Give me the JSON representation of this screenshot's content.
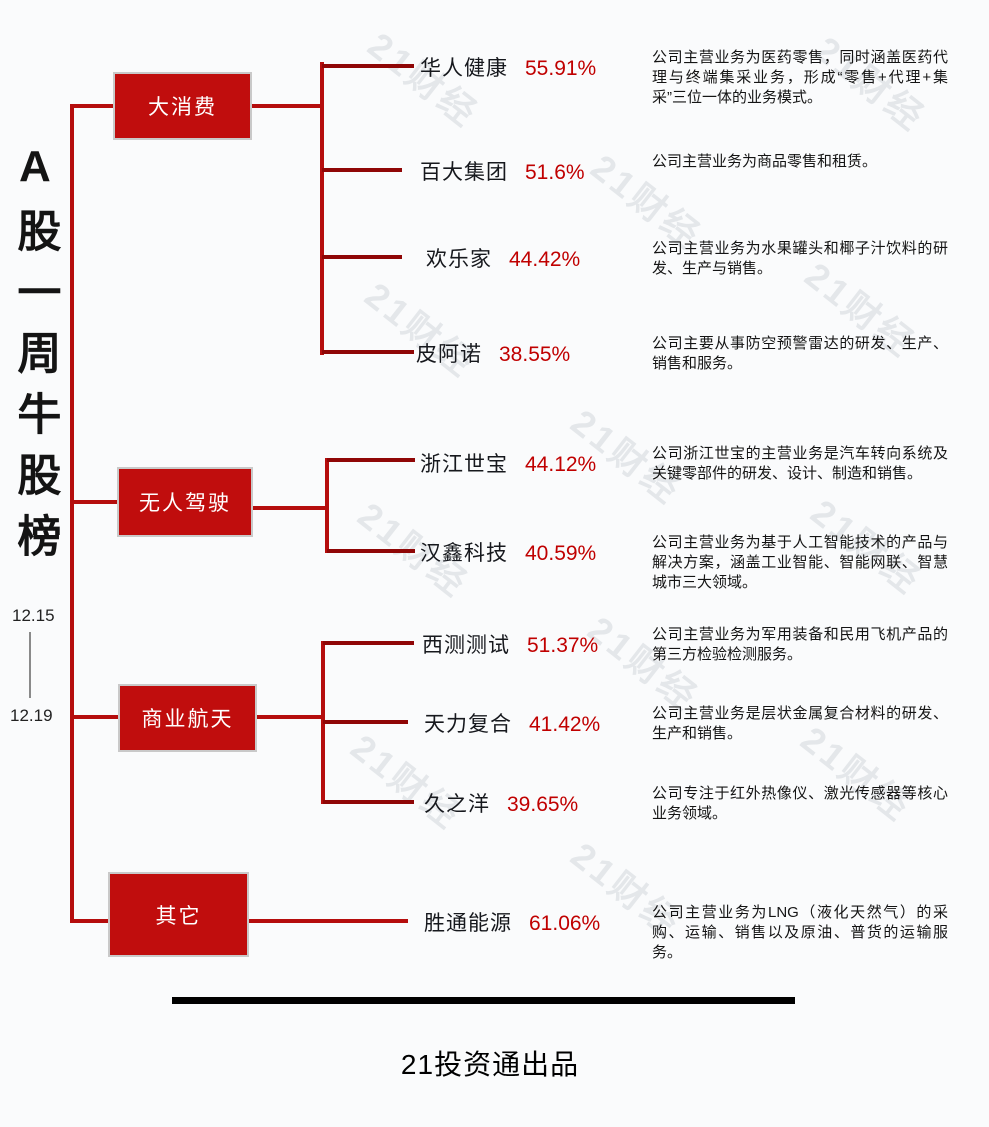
{
  "page": {
    "title": "A股一周牛股榜",
    "date_start": "12.15",
    "date_end": "12.19",
    "watermark_text": "21财经",
    "footer_credit": "21投资通出品"
  },
  "colors": {
    "background": "#FAFBFC",
    "category_box_red": "#C00D0D",
    "tree_line_red": "#B50D0D",
    "branch_stub_red": "#8F0606",
    "percent_red": "#C00000",
    "stock_name_dark": "#16181D"
  },
  "categories": [
    {
      "label": "大消费",
      "stocks": [
        {
          "name": "华人健康",
          "pct": "55.91%",
          "desc": "公司主营业务为医药零售，同时涵盖医药代理与终端集采业务，形成“零售+代理+集采”三位一体的业务模式。"
        },
        {
          "name": "百大集团",
          "pct": "51.6%",
          "desc": "公司主营业务为商品零售和租赁。"
        },
        {
          "name": "欢乐家",
          "pct": "44.42%",
          "desc": "公司主营业务为水果罐头和椰子汁饮料的研发、生产与销售。"
        },
        {
          "name": "皮阿诺",
          "pct": "38.55%",
          "desc": "公司主要从事防空预警雷达的研发、生产、销售和服务。"
        }
      ]
    },
    {
      "label": "无人驾驶",
      "stocks": [
        {
          "name": "浙江世宝",
          "pct": "44.12%",
          "desc": "公司浙江世宝的主营业务是汽车转向系统及关键零部件的研发、设计、制造和销售。"
        },
        {
          "name": "汉鑫科技",
          "pct": "40.59%",
          "desc": "公司主营业务为基于人工智能技术的产品与解决方案，涵盖工业智能、智能网联、智慧城市三大领域。"
        }
      ]
    },
    {
      "label": "商业航天",
      "stocks": [
        {
          "name": "西测测试",
          "pct": "51.37%",
          "desc": "公司主营业务为军用装备和民用飞机产品的第三方检验检测服务。"
        },
        {
          "name": "天力复合",
          "pct": "41.42%",
          "desc": "公司主营业务是层状金属复合材料的研发、生产和销售。"
        },
        {
          "name": "久之洋",
          "pct": "39.65%",
          "desc": "公司专注于红外热像仪、激光传感器等核心业务领域。"
        }
      ]
    },
    {
      "label": "其它",
      "stocks": [
        {
          "name": "胜通能源",
          "pct": "61.06%",
          "desc": "公司主营业务为LNG（液化天然气）的采购、运输、销售以及原油、普货的运输服务。"
        }
      ]
    }
  ]
}
